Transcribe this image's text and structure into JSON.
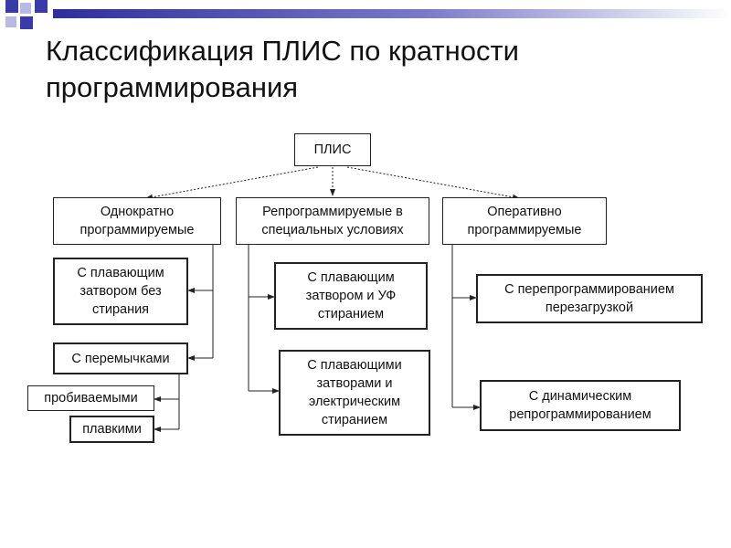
{
  "slide": {
    "title_line1": "Классификация ПЛИС по кратности",
    "title_line2": "программирования"
  },
  "diagram": {
    "root": "ПЛИС",
    "categories": {
      "one_time": "Однократно\nпрограммируемые",
      "special": "Репрограммируемые в\nспециальных условиях",
      "operative": "Оперативно\nпрограммируемые"
    },
    "one_time_items": {
      "floating_gate": "С плавающим\nзатвором без\nстирания",
      "jumpers": "С перемычками",
      "pierced": "пробиваемыми",
      "fused": "плавкими"
    },
    "special_items": {
      "uv": "С плавающим\nзатвором и УФ\nстиранием",
      "electric": "С плавающими\nзатворами и\nэлектрическим\nстиранием"
    },
    "operative_items": {
      "reload": "С перепрограммированием\nперезагрузкой",
      "dynamic": "С динамическим\nрепрограммированием"
    }
  },
  "colors": {
    "accent": "#3b3ba8",
    "line": "#222222"
  }
}
